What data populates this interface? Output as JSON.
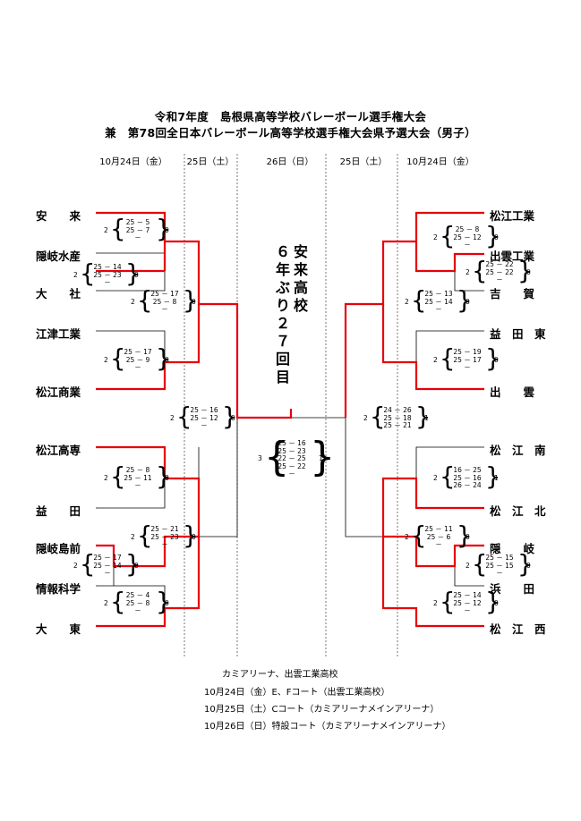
{
  "title_line1": "令和7年度　島根県高等学校バレーボール選手権大会",
  "title_line2": "兼　第78回全日本バレーボール高等学校選手権大会県予選大会（男子）",
  "headers": [
    "10月24日（金）",
    "25日（土）",
    "26日（日）",
    "25日（土）",
    "10月24日（金）"
  ],
  "champion_col1": [
    "安",
    "来",
    "高",
    "校"
  ],
  "champion_col2": [
    "６",
    "年",
    "ぶ",
    "り",
    "２",
    "７",
    "回",
    "目"
  ],
  "left_teams": [
    "安　　来",
    "隠岐水産",
    "大　　社",
    "江津工業",
    "松江商業",
    "松江高専",
    "益　　田",
    "隠岐島前",
    "情報科学",
    "大　　東"
  ],
  "right_teams": [
    "松江工業",
    "出雲工業",
    "吉　　賀",
    "益　田　東",
    "出　　雲",
    "松　江　南",
    "松　江　北",
    "隠　　岐",
    "浜　　田",
    "松　江　西"
  ],
  "scores": [
    {
      "sets": [
        "25 － 5",
        "25 － 7",
        "－"
      ],
      "w": "2",
      "l": "0"
    },
    {
      "sets": [
        "25 － 14",
        "25 － 23",
        "－"
      ],
      "w": "2",
      "l": "0"
    },
    {
      "sets": [
        "25 － 17",
        "25 － 8",
        "－"
      ],
      "w": "2",
      "l": "0"
    },
    {
      "sets": [
        "25 － 17",
        "25 － 9",
        "－"
      ],
      "w": "2",
      "l": "0"
    },
    {
      "sets": [
        "25 － 16",
        "25 － 12",
        "－"
      ],
      "w": "2",
      "l": "0"
    },
    {
      "sets": [
        "25 － 8",
        "25 － 11",
        "－"
      ],
      "w": "2",
      "l": "0"
    },
    {
      "sets": [
        "25 － 21",
        "25 － 23",
        "－"
      ],
      "w": "2",
      "l": "0"
    },
    {
      "sets": [
        "25 － 17",
        "25 － 14",
        "－"
      ],
      "w": "2",
      "l": "0"
    },
    {
      "sets": [
        "25 － 4",
        "25 － 8",
        "－"
      ],
      "w": "2",
      "l": "0"
    },
    {
      "sets": [
        "25 － 16",
        "25 － 23",
        "22 － 25",
        "25 － 22",
        "－"
      ],
      "w": "3",
      "l": "1"
    },
    {
      "sets": [
        "25 － 8",
        "25 － 12",
        "－"
      ],
      "w": "2",
      "l": "0"
    },
    {
      "sets": [
        "25 － 22",
        "25 － 22",
        "－"
      ],
      "w": "2",
      "l": "0"
    },
    {
      "sets": [
        "25 － 13",
        "25 － 14",
        "－"
      ],
      "w": "2",
      "l": "0"
    },
    {
      "sets": [
        "25 － 19",
        "25 － 17",
        "－"
      ],
      "w": "2",
      "l": "0"
    },
    {
      "sets": [
        "24 － 26",
        "25 － 18",
        "25 － 21"
      ],
      "w": "2",
      "l": "1"
    },
    {
      "sets": [
        "16 － 25",
        "25 － 16",
        "26 － 24"
      ],
      "w": "2",
      "l": "1"
    },
    {
      "sets": [
        "25 － 11",
        "25 － 6",
        "－"
      ],
      "w": "2",
      "l": "0"
    },
    {
      "sets": [
        "25 － 15",
        "25 － 15",
        "－"
      ],
      "w": "2",
      "l": "0"
    },
    {
      "sets": [
        "25 － 14",
        "25 － 12",
        "－"
      ],
      "w": "2",
      "l": "0"
    }
  ],
  "footer": [
    "カミアリーナ、出雲工業高校",
    "10月24日（金）E、Fコート（出雲工業高校）",
    "10月25日（土）Cコート（カミアリーナメインアリーナ）",
    "10月26日（日）特設コート（カミアリーナメインアリーナ）"
  ],
  "colors": {
    "winner_line": "#e8000b",
    "line": "#000000",
    "divider": "#555555"
  }
}
